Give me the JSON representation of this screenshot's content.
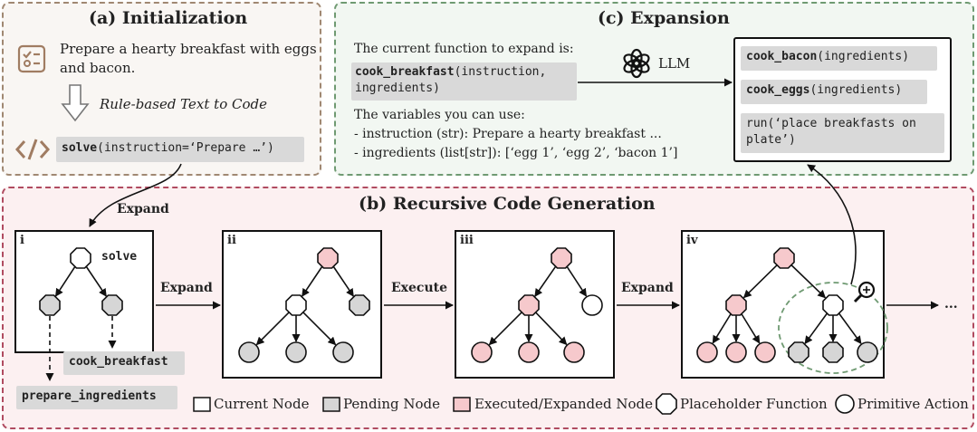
{
  "colors": {
    "init_border": "#a08872",
    "init_bg": "#f9f6f3",
    "exp_border": "#6f9a72",
    "exp_bg": "#f2f7f2",
    "rec_border": "#b04b60",
    "rec_bg": "#fcf0f1",
    "pending": "#d6d6d6",
    "executed": "#f6c9cc",
    "current": "#ffffff",
    "code_bg": "#d9d9d9",
    "stroke": "#111111"
  },
  "init": {
    "title": "(a) Initialization",
    "task_line1": "Prepare a hearty breakfast with eggs",
    "task_line2": "and bacon.",
    "rule_label": "Rule-based Text to Code",
    "code_fn": "solve",
    "code_args": "(instruction=‘Prepare …’)"
  },
  "expansion": {
    "title": "(c) Expansion",
    "prompt": "The current function to expand is:",
    "fn_name": "cook_breakfast",
    "fn_args1": "(instruction,",
    "fn_args2": "ingredients)",
    "vars_title": "The variables you can use:",
    "var1": "- instruction (str): Prepare a hearty breakfast ...",
    "var2": "- ingredients (list[str]): [‘egg 1’, ‘egg 2’, ‘bacon 1’]",
    "llm_label": "LLM",
    "llm_icon": "openai-logo-icon",
    "out1_fn": "cook_bacon",
    "out1_args": "(ingredients)",
    "out2_fn": "cook_eggs",
    "out2_args": "(ingredients)",
    "out3_line1": "run(‘place breakfasts on",
    "out3_line2": "plate’)"
  },
  "recursive": {
    "title": "(b) Recursive Code Generation",
    "expand_top": "Expand",
    "panels": [
      "i",
      "ii",
      "iii",
      "iv"
    ],
    "solve_label": "solve",
    "cook_breakfast": "cook_breakfast",
    "prepare_ingredients": "prepare_ingredients",
    "arrow1": "Expand",
    "arrow2": "Execute",
    "arrow3": "Expand",
    "ellipsis": "...",
    "zoom_icon": "magnifier-plus-icon"
  },
  "legend": {
    "current": "Current Node",
    "pending": "Pending Node",
    "executed": "Executed/Expanded Node",
    "placeholder": "Placeholder Function",
    "primitive": "Primitive Action"
  }
}
